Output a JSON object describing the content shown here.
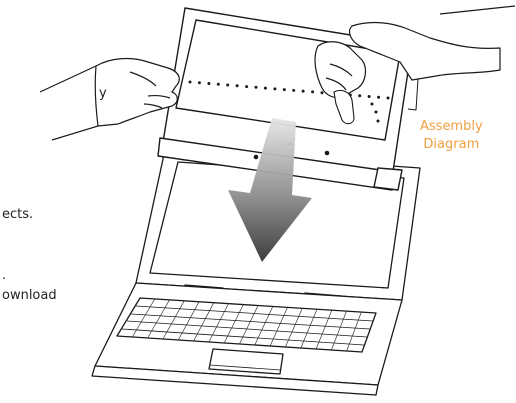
{
  "caption": {
    "line1": "Assembly",
    "line2": "Diagram",
    "color": "#f0a040"
  },
  "text_fragments": {
    "frag1": "y",
    "frag2": "ects.",
    "frag3": ".",
    "frag4": "ownload"
  },
  "colors": {
    "line": "#1a1a1a",
    "arrow_dark": "#3a3a3a",
    "arrow_light": "#d8d8d8"
  }
}
